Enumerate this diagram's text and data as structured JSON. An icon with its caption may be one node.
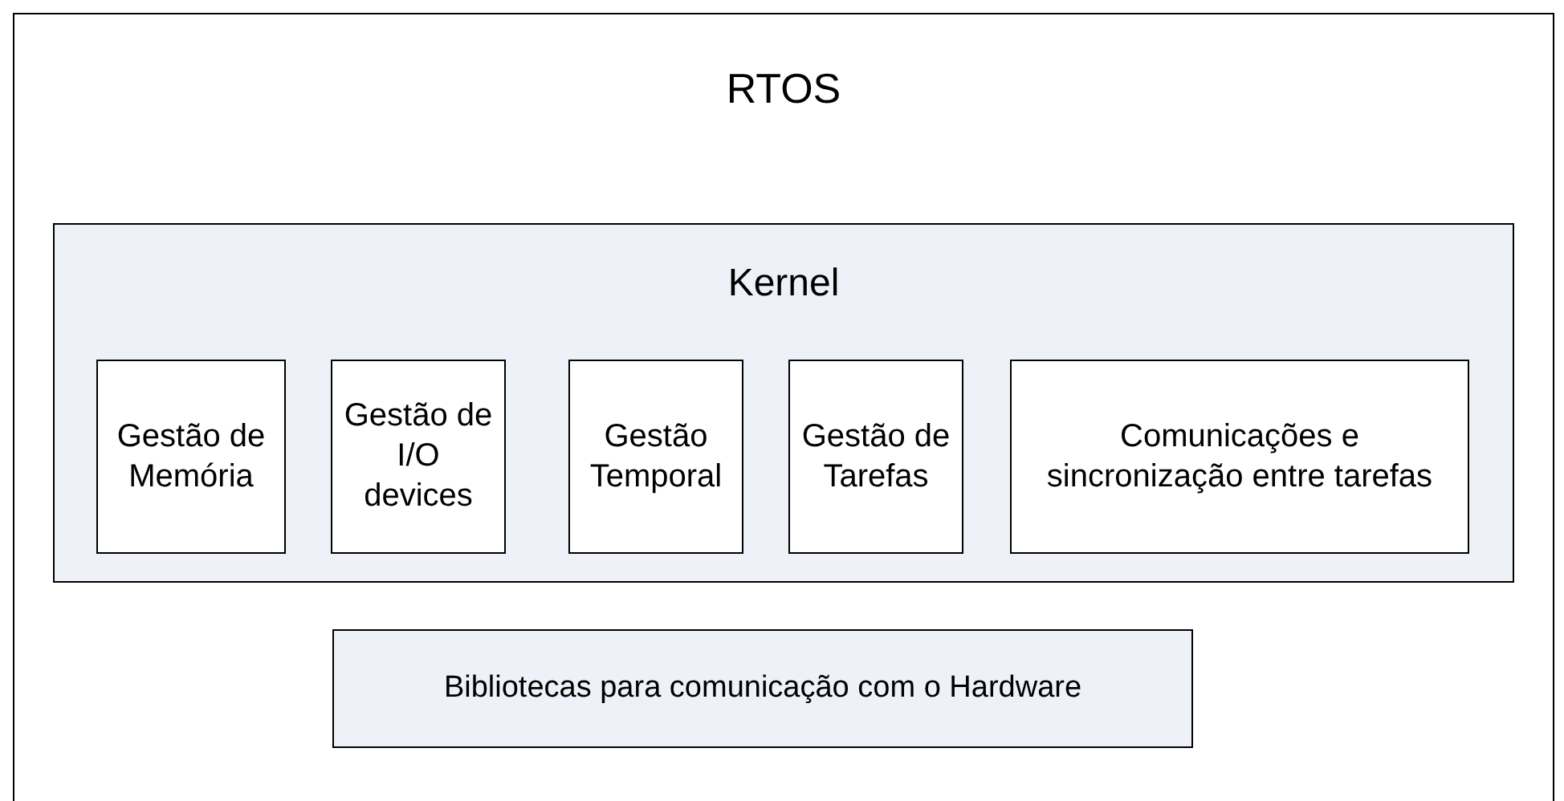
{
  "diagram": {
    "nodes": [
      {
        "text": [
          "RTOS"
        ]
      },
      {
        "text": [
          "Kernel"
        ],
        "in": 0
      },
      {
        "text": [
          "Gestão de Memória"
        ],
        "in": 1
      },
      {
        "text": [
          "Gestão de I/O devices"
        ],
        "in": 1
      },
      {
        "text": [
          "Gestão Temporal"
        ],
        "in": 1
      },
      {
        "text": [
          "Gestão de Tarefas"
        ],
        "in": 1
      },
      {
        "text": [
          "Comunicações e sincronização entre tarefas"
        ],
        "in": 1
      },
      {
        "text": [
          "Bibliotecas para comunicação com o Hardware"
        ],
        "in": 0
      }
    ]
  }
}
